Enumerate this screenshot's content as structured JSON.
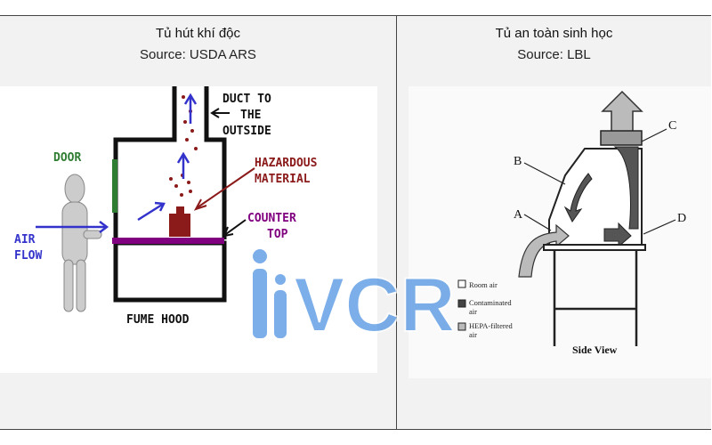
{
  "left": {
    "title": "Tủ hút khí độc",
    "source": "Source: USDA ARS",
    "labels": {
      "duct": [
        "DUCT TO",
        "THE",
        "OUTSIDE"
      ],
      "door": "DOOR",
      "hazard": [
        "HAZARDOUS",
        "MATERIAL"
      ],
      "counter": [
        "COUNTER",
        "TOP"
      ],
      "air": [
        "AIR",
        "FLOW"
      ],
      "hood": "FUME HOOD"
    },
    "colors": {
      "outline": "#111111",
      "door": "#2e7d32",
      "hazard": "#8b1a1a",
      "air": "#3333cc",
      "counter": "#800080"
    }
  },
  "right": {
    "title": "Tủ an toàn sinh học",
    "source": "Source: LBL",
    "letters": [
      "A",
      "B",
      "C",
      "D"
    ],
    "legend": [
      {
        "label": [
          "Room air"
        ],
        "swatch": "#ffffff"
      },
      {
        "label": [
          "Contaminated",
          "air"
        ],
        "swatch": "#444444"
      },
      {
        "label": [
          "HEPA-filtered",
          "air"
        ],
        "swatch": "#bbbbbb"
      }
    ],
    "caption": "Side View"
  },
  "watermark": {
    "text": "VCR",
    "color": "#4a90e2"
  }
}
